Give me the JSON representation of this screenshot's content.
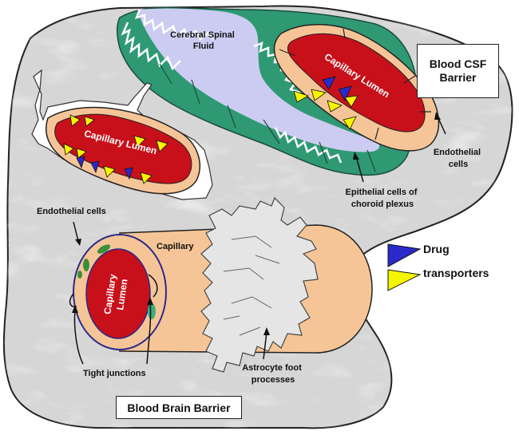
{
  "labels": {
    "csf": [
      "Cerebral Spinal",
      "Fluid"
    ],
    "cap_lumen_upper_right": "Capillary Lumen",
    "cap_lumen_upper_left": "Capillary Lumen",
    "blood_csf_barrier": [
      "Blood CSF",
      "Barrier"
    ],
    "endothelial_cells_right": [
      "Endothelial",
      "cells"
    ],
    "epithelial": [
      "Epithelial cells of",
      "choroid plexus"
    ],
    "endothelial_cells_left": "Endothelial cells",
    "capillary": "Capillary",
    "cap_lumen_bottom": [
      "Capillary",
      "Lumen"
    ],
    "tight_junctions": "Tight junctions",
    "astrocyte": [
      "Astrocyte foot",
      "processes"
    ],
    "blood_brain_barrier": "Blood Brain Barrier"
  },
  "legend": {
    "drug": "Drug",
    "transporters": "transporters"
  },
  "colors": {
    "marble": "#d4d4d4",
    "green": "#2f9974",
    "lavender": "#ccccf2",
    "lumen_red": "#c8101a",
    "endothelium_peach": "#f6c597",
    "drug_blue": "#2a2acb",
    "transporter_yellow": "#f5f500",
    "astrocyte_gray": "#e5e5e5"
  }
}
